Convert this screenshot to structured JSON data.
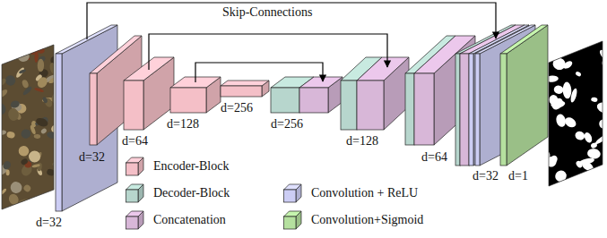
{
  "diagram": {
    "labels": [
      "Skip-Connections",
      "d=32",
      "d=32",
      "d=64",
      "d=128",
      "d=256",
      "d=256",
      "d=128",
      "d=64",
      "d=32",
      "d=1"
    ],
    "legend": [
      {
        "text": "Encoder-Block",
        "color": "#f4bfc7"
      },
      {
        "text": "Decoder-Block",
        "color": "#b7d6cd"
      },
      {
        "text": "Convolution + ReLU",
        "color": "#cccdf4"
      },
      {
        "text": "Concatenation",
        "color": "#d8b7d8"
      },
      {
        "text": "Convolution+Sigmoid",
        "color": "#b5e09f"
      }
    ]
  }
}
